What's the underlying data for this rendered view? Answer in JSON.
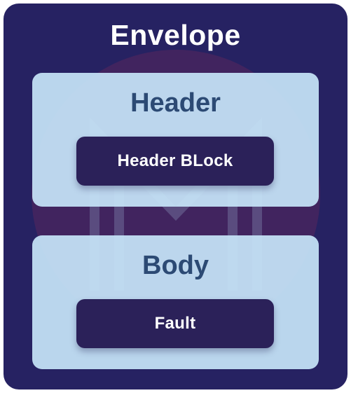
{
  "envelope": {
    "title": "Envelope"
  },
  "header": {
    "title": "Header",
    "block_label": "Header BLock"
  },
  "body": {
    "title": "Body",
    "block_label": "Fault"
  },
  "colors": {
    "envelope_bg": "#262262",
    "panel_bg": "#c6e4f8",
    "panel_title": "#2c4a74",
    "inner_box_bg": "#2b2159",
    "inner_box_text": "#ffffff",
    "watermark": "#8a2a5a"
  },
  "watermark": {
    "icon": "logo-watermark-icon"
  }
}
